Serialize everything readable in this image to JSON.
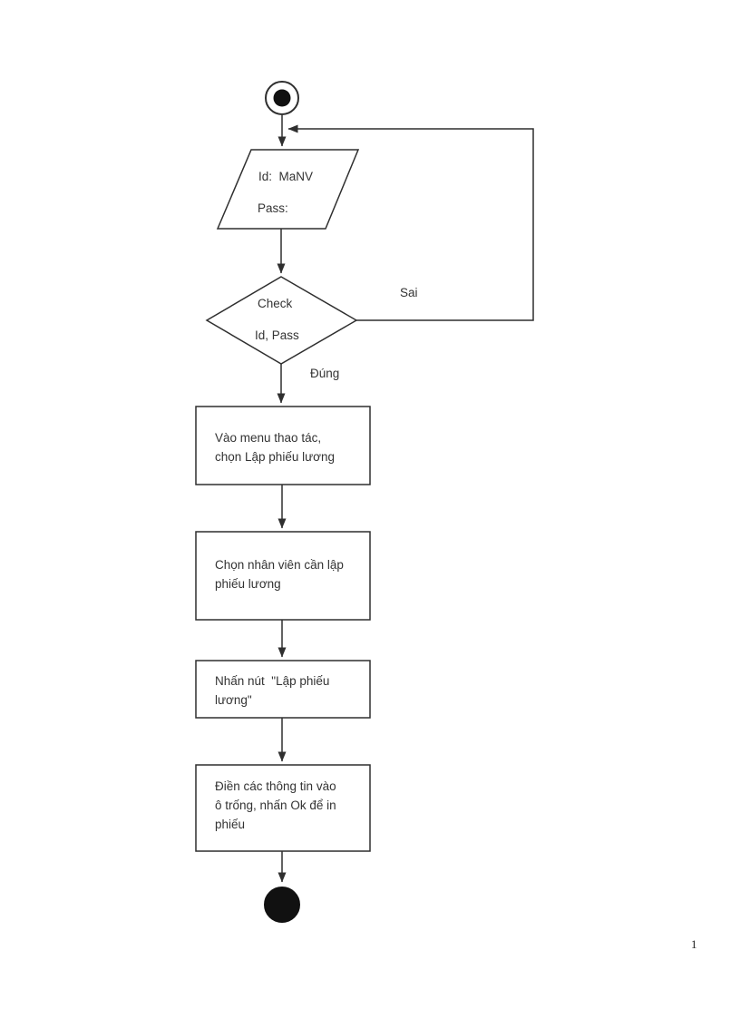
{
  "page": {
    "number": "1"
  },
  "flowchart": {
    "io_node": {
      "line1": "Id:  MaNV",
      "line2": "Pass:"
    },
    "decision_node": {
      "line1": "Check",
      "line2": "Id, Pass"
    },
    "edge_labels": {
      "false_branch": "Sai",
      "true_branch": "Đúng"
    },
    "steps": [
      {
        "text": "Vào menu thao tác,\nchọn Lập phiếu lương"
      },
      {
        "text": "Chọn nhân viên cần lập\nphiếu lương"
      },
      {
        "text": "Nhấn nút  \"Lập phiếu\nlương\""
      },
      {
        "text": "Điền các thông tin vào\nô trống, nhấn Ok để in\nphiếu"
      }
    ]
  },
  "colors": {
    "line": "#2f2f2f",
    "text": "#333333",
    "node_fill": "#111111",
    "background": "#ffffff"
  }
}
